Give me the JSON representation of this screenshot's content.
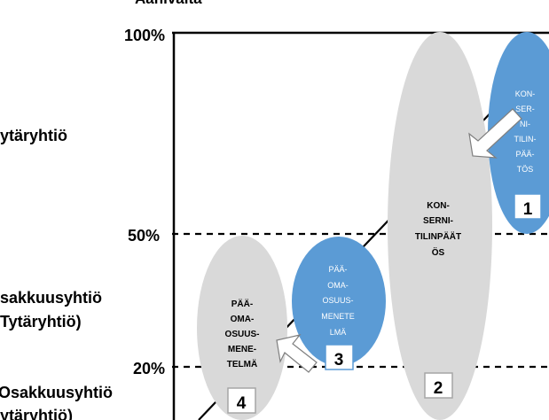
{
  "header": {
    "axis_title": "Äänivalta"
  },
  "levels": [
    {
      "label": "100%"
    },
    {
      "label": "50%"
    },
    {
      "label": "20%"
    }
  ],
  "left_labels": [
    {
      "lines": [
        "ytäryhtiö"
      ]
    },
    {
      "lines": [
        "sakkuusyhtiö",
        "Tytäryhtiö)"
      ]
    },
    {
      "lines": [
        "Osakkuusyhtiö",
        "ytäryhtiö)"
      ]
    }
  ],
  "ellipses": [
    {
      "number": "1",
      "text_lines": [
        "KON-",
        "SER-",
        "NI-",
        "TILIN-",
        "PÄÄ-",
        "TÖS"
      ],
      "fill": "#5b9bd5",
      "text_color": "#ffffff"
    },
    {
      "number": "2",
      "text_lines": [
        "KON-",
        "SERNI-",
        "TILINPÄÄT",
        "ÖS"
      ],
      "fill": "#d9d9d9",
      "text_color": "#000000"
    },
    {
      "number": "3",
      "text_lines": [
        "PÄÄ-",
        "OMA-",
        "OSUUS-",
        "MENETE",
        "LMÄ"
      ],
      "fill": "#5b9bd5",
      "text_color": "#ffffff"
    },
    {
      "number": "4",
      "text_lines": [
        "PÄÄ-",
        "OMA-",
        "OSUUS-",
        "MENE-",
        "TELMÄ"
      ],
      "fill": "#d9d9d9",
      "text_color": "#000000"
    }
  ]
}
